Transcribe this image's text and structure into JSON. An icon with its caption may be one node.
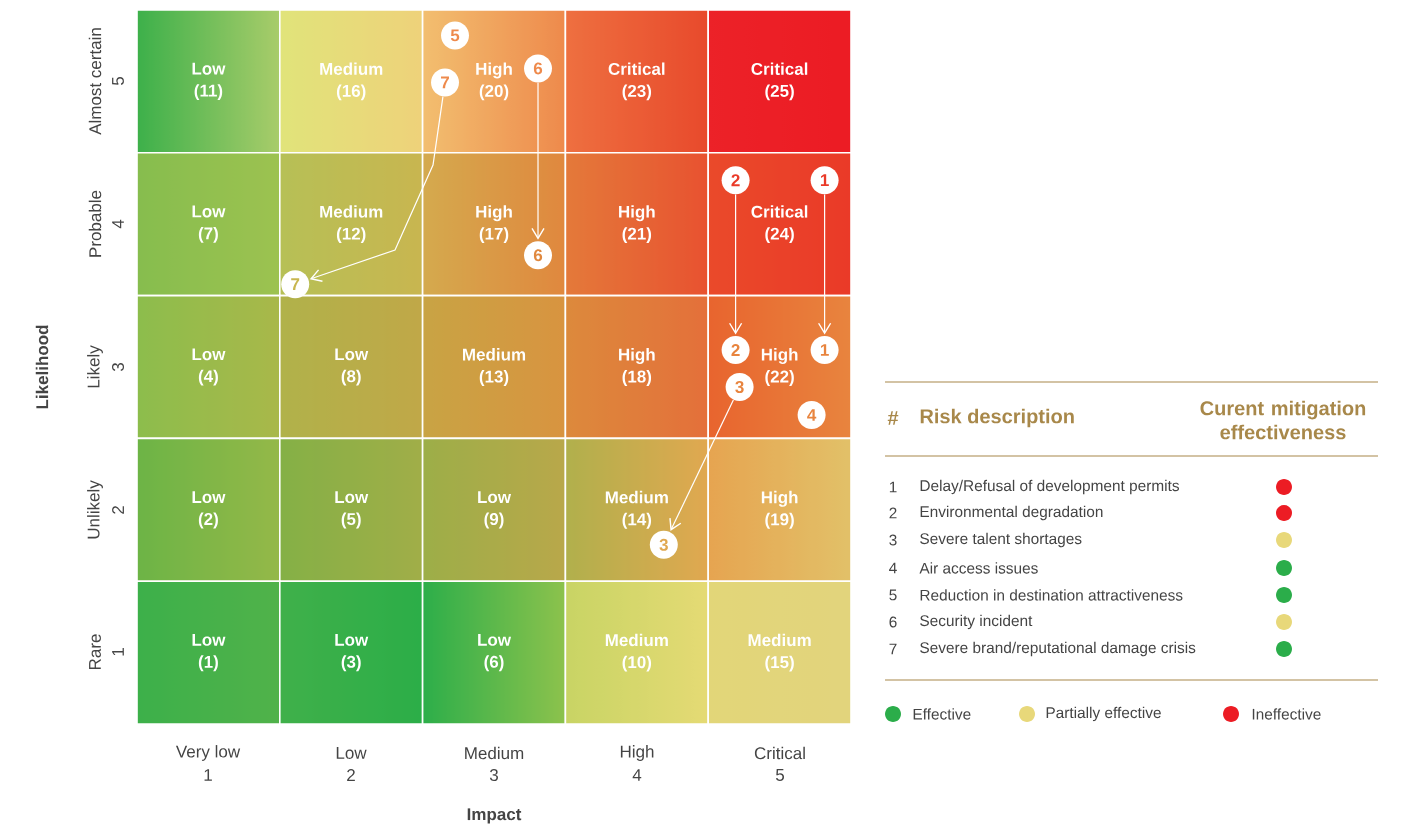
{
  "diagram": {
    "nodes": [
      {
        "text": [
          "Low",
          "(11)"
        ]
      },
      {
        "text": [
          "Medium",
          "(16)"
        ]
      },
      {
        "text": [
          "High",
          "(20)"
        ]
      },
      {
        "text": [
          "Critical",
          "(23)"
        ]
      },
      {
        "text": [
          "Critical",
          "(25)"
        ]
      },
      {
        "text": [
          "Low",
          "(7)"
        ]
      },
      {
        "text": [
          "Medium",
          "(12)"
        ]
      },
      {
        "text": [
          "High",
          "(17)"
        ]
      },
      {
        "text": [
          "High",
          "(21)"
        ]
      },
      {
        "text": [
          "Critical",
          "(24)"
        ]
      },
      {
        "text": [
          "Low",
          "(4)"
        ]
      },
      {
        "text": [
          "Low",
          "(8)"
        ]
      },
      {
        "text": [
          "Medium",
          "(13)"
        ]
      },
      {
        "text": [
          "High",
          "(18)"
        ]
      },
      {
        "text": [
          "High",
          "(22)"
        ]
      },
      {
        "text": [
          "Low",
          "(2)"
        ]
      },
      {
        "text": [
          "Low",
          "(5)"
        ]
      },
      {
        "text": [
          "Low",
          "(9)"
        ]
      },
      {
        "text": [
          "Medium",
          "(14)"
        ]
      },
      {
        "text": [
          "High",
          "(19)"
        ]
      },
      {
        "text": [
          "Low",
          "(1)"
        ]
      },
      {
        "text": [
          "Low",
          "(3)"
        ]
      },
      {
        "text": [
          "Low",
          "(6)"
        ]
      },
      {
        "text": [
          "Medium",
          "(10)"
        ]
      },
      {
        "text": [
          "Medium",
          "(15)"
        ]
      },
      {
        "text": [
          "5"
        ],
        "in": 2
      },
      {
        "text": [
          "7"
        ],
        "in": 2
      },
      {
        "text": [
          "6"
        ],
        "in": 2
      },
      {
        "text": [
          "2"
        ],
        "in": 9
      },
      {
        "text": [
          "1"
        ],
        "in": 9
      },
      {
        "text": [
          "6"
        ],
        "in": 7
      },
      {
        "text": [
          "7"
        ],
        "in": 6
      },
      {
        "text": [
          "2"
        ],
        "in": 14
      },
      {
        "text": [
          "1"
        ],
        "in": 14
      },
      {
        "text": [
          "3"
        ],
        "in": 14
      },
      {
        "text": [
          "4"
        ],
        "in": 14
      },
      {
        "text": [
          "3"
        ],
        "in": 18
      }
    ],
    "edges": [
      {
        "from": 26,
        "to": 31,
        "arrow": "to"
      },
      {
        "from": 27,
        "to": 30,
        "arrow": "to"
      },
      {
        "from": 28,
        "to": 32,
        "arrow": "to"
      },
      {
        "from": 29,
        "to": 33,
        "arrow": "to"
      },
      {
        "from": 34,
        "to": 36,
        "arrow": "to"
      }
    ],
    "labels": [
      "Almost certain",
      "5",
      "Probable",
      "4",
      "Likely",
      "3",
      "Unlikely",
      "2",
      "Rare",
      "1",
      "Likelihood",
      "Very low",
      "1",
      "Low",
      "2",
      "Medium",
      "3",
      "High",
      "4",
      "Critical",
      "5",
      "Impact",
      "#",
      "Risk description",
      "Curent mitigation effectiveness",
      "1",
      "2",
      "3",
      "4",
      "5",
      "6",
      "7"
    ],
    "legend": [
      {
        "text": "Delay/Refusal of development permits",
        "color": "#ec1c24"
      },
      {
        "text": "Environmental degradation",
        "color": "#ec1c24"
      },
      {
        "text": "Severe talent shortages",
        "color": "#e8d87a"
      },
      {
        "text": "Air access issues",
        "color": "#2bad4a"
      },
      {
        "text": "Reduction in destination attractiveness",
        "color": "#2bad4a"
      },
      {
        "text": "Security incident",
        "color": "#e8d87a"
      },
      {
        "text": "Severe brand/reputational damage crisis",
        "color": "#2bad4a"
      },
      {
        "text": "Effective",
        "color": "#2bad4a"
      },
      {
        "text": "Partially effective",
        "color": "#e8d87a"
      },
      {
        "text": "Ineffective",
        "color": "#ec1c24"
      }
    ]
  }
}
